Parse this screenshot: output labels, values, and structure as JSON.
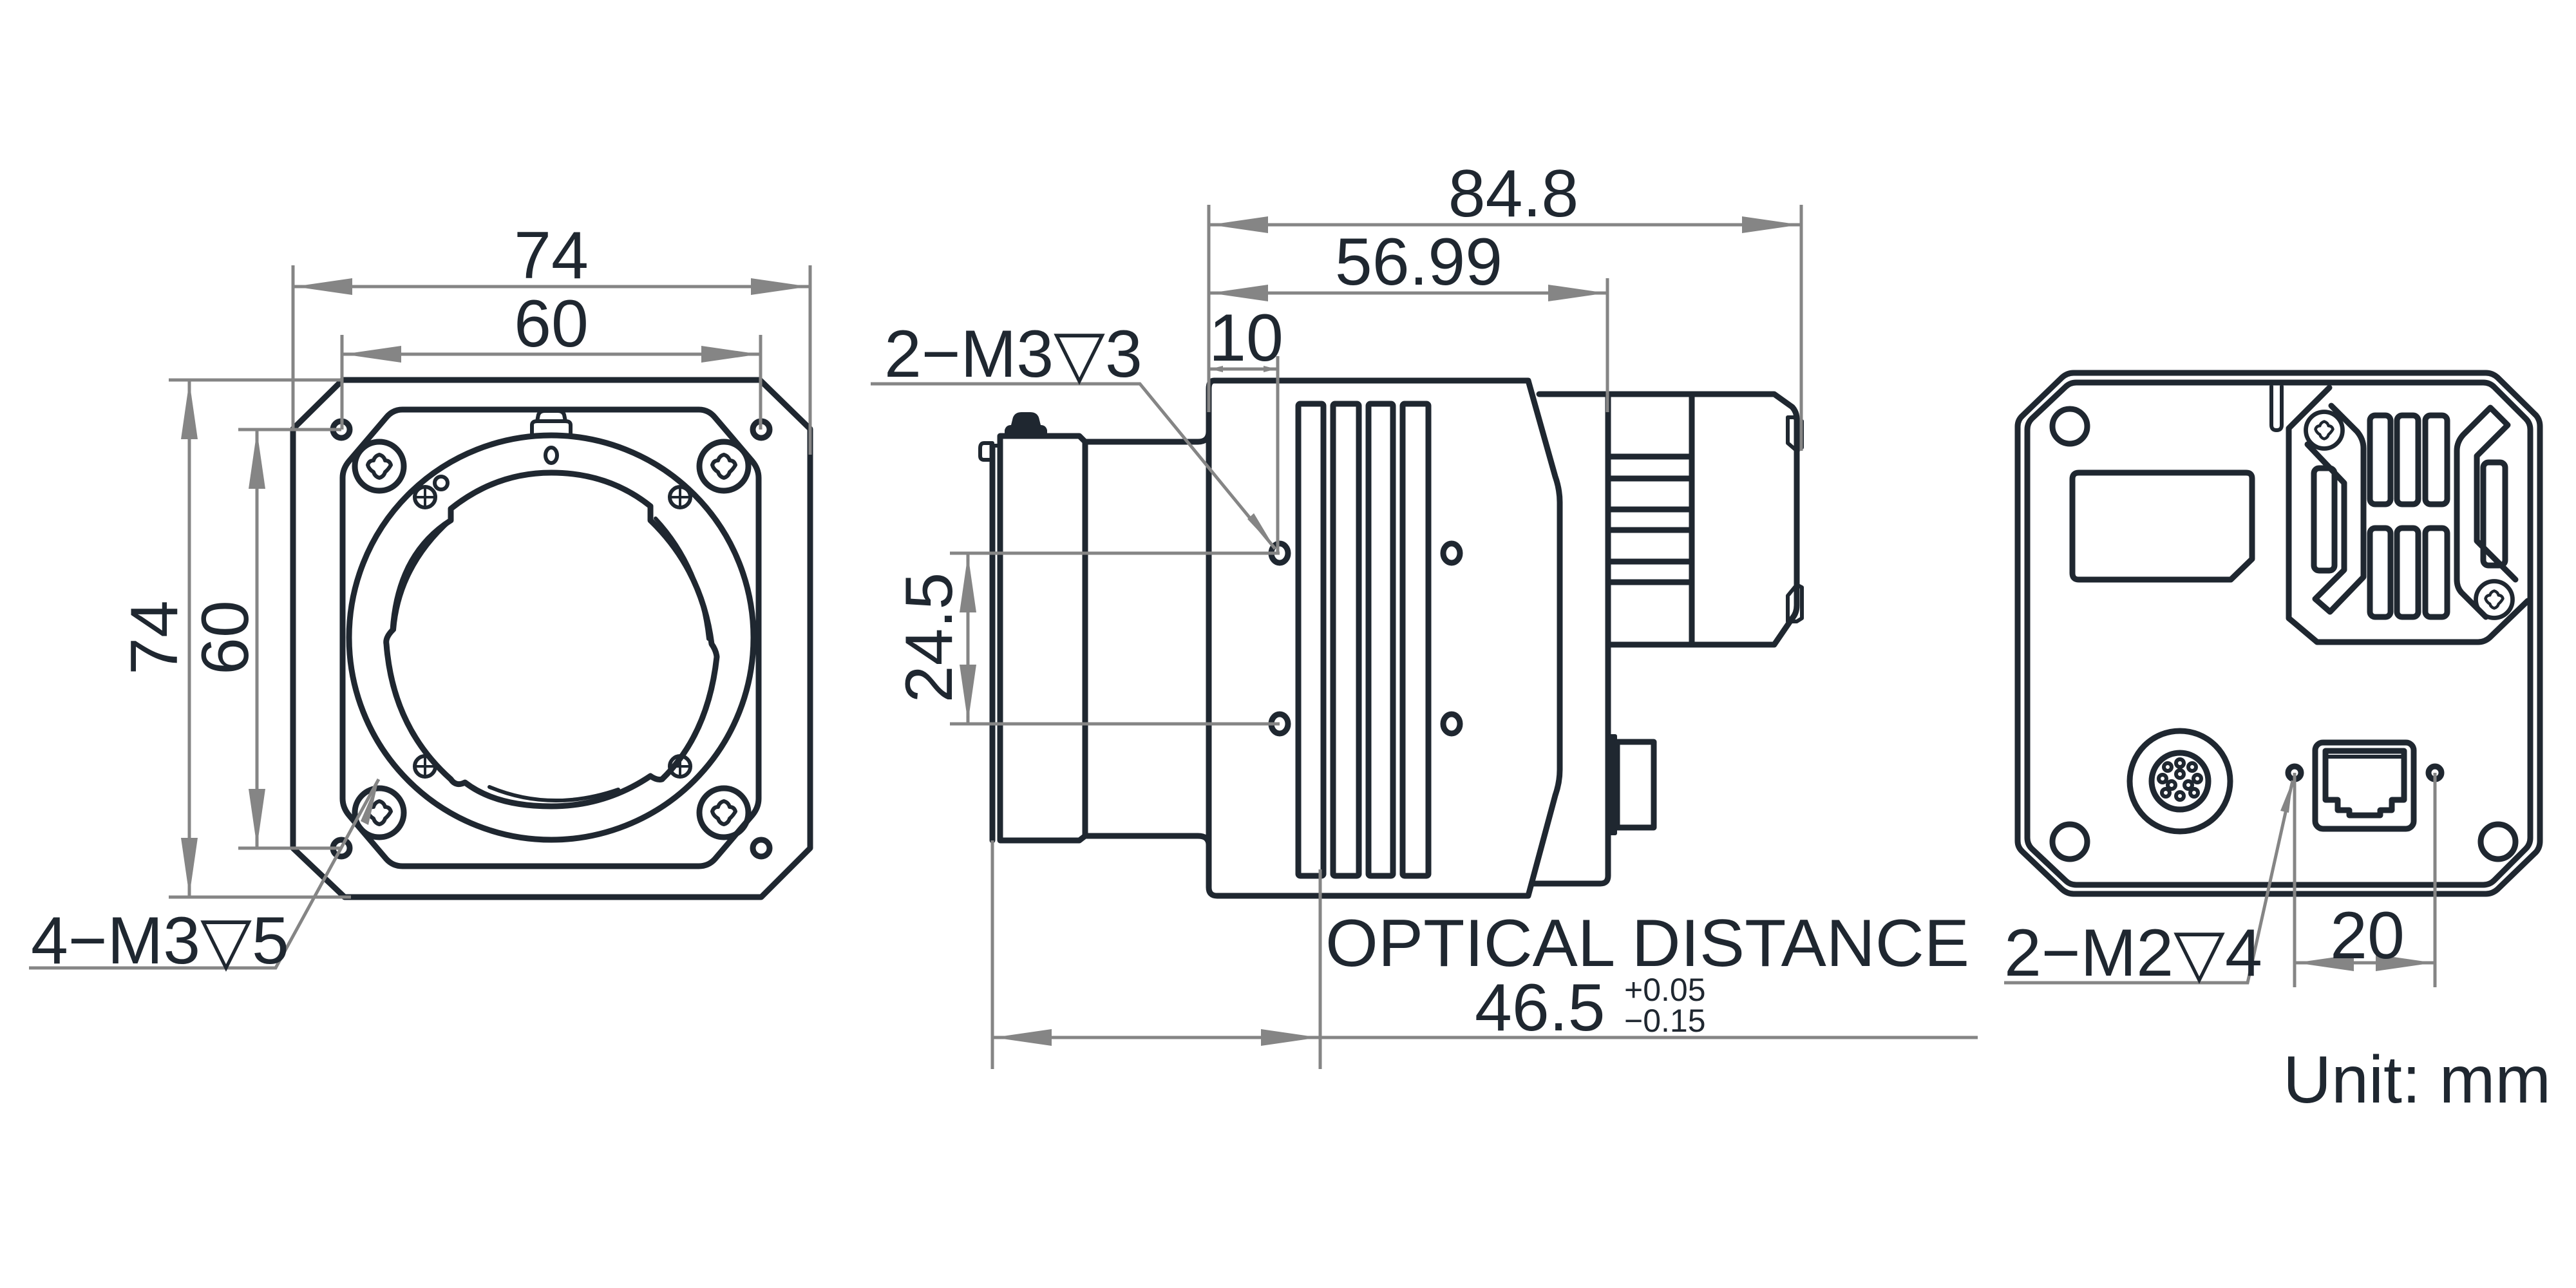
{
  "drawing": {
    "title": "Camera outline dimension drawing",
    "unit_label": "Unit: mm",
    "colors": {
      "outline": "#1f2730",
      "dimension_line": "#858585",
      "background": "#ffffff"
    }
  },
  "front_view": {
    "width_overall": "74",
    "width_holes": "60",
    "height_overall": "74",
    "height_holes": "60",
    "hole_callout": "4−M3▽5"
  },
  "side_view": {
    "length_overall": "84.8",
    "length_body": "56.99",
    "hole_offset": "10",
    "hole_callout": "2−M3▽3",
    "hole_spacing": "24.5",
    "optical_distance_label": "OPTICAL DISTANCE",
    "optical_distance_value": "46.5",
    "optical_distance_tol_plus": "+0.05",
    "optical_distance_tol_minus": "−0.15"
  },
  "back_view": {
    "hole_callout": "2−M2▽4",
    "hole_spacing": "20"
  }
}
